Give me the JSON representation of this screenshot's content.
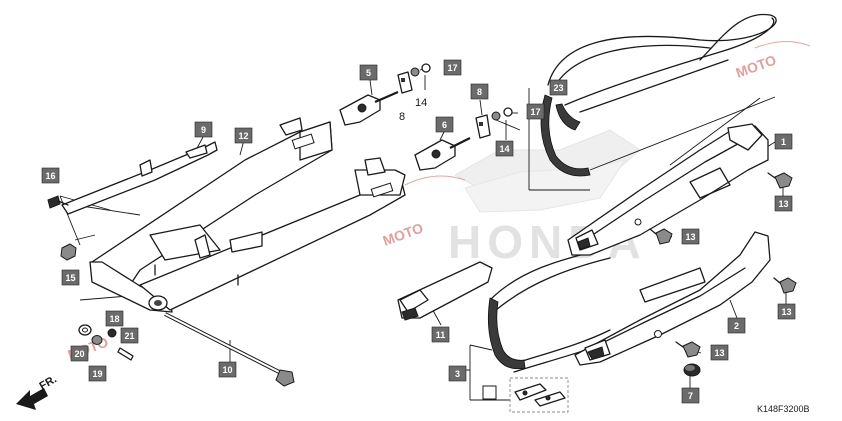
{
  "diagram": {
    "labels": [
      {
        "id": "1",
        "text": "1"
      },
      {
        "id": "2",
        "text": "2"
      },
      {
        "id": "3",
        "text": "3"
      },
      {
        "id": "5",
        "text": "5"
      },
      {
        "id": "6",
        "text": "6"
      },
      {
        "id": "7",
        "text": "7"
      },
      {
        "id": "8",
        "text": "8"
      },
      {
        "id": "9",
        "text": "9"
      },
      {
        "id": "10",
        "text": "10"
      },
      {
        "id": "11",
        "text": "11"
      },
      {
        "id": "12",
        "text": "12"
      },
      {
        "id": "13a",
        "text": "13"
      },
      {
        "id": "13b",
        "text": "13"
      },
      {
        "id": "13c",
        "text": "13"
      },
      {
        "id": "13d",
        "text": "13"
      },
      {
        "id": "14",
        "text": "14"
      },
      {
        "id": "15",
        "text": "15"
      },
      {
        "id": "16",
        "text": "16"
      },
      {
        "id": "17a",
        "text": "17"
      },
      {
        "id": "17b",
        "text": "17"
      },
      {
        "id": "18",
        "text": "18"
      },
      {
        "id": "19",
        "text": "19"
      },
      {
        "id": "20",
        "text": "20"
      },
      {
        "id": "21",
        "text": "21"
      },
      {
        "id": "23",
        "text": "23"
      }
    ],
    "plain_labels": {
      "p8": "8",
      "p14": "14"
    },
    "direction_label": "FR.",
    "drawing_code": "K148F3200B",
    "watermark_brand": "HONDA",
    "watermark_site": "MOTO"
  }
}
